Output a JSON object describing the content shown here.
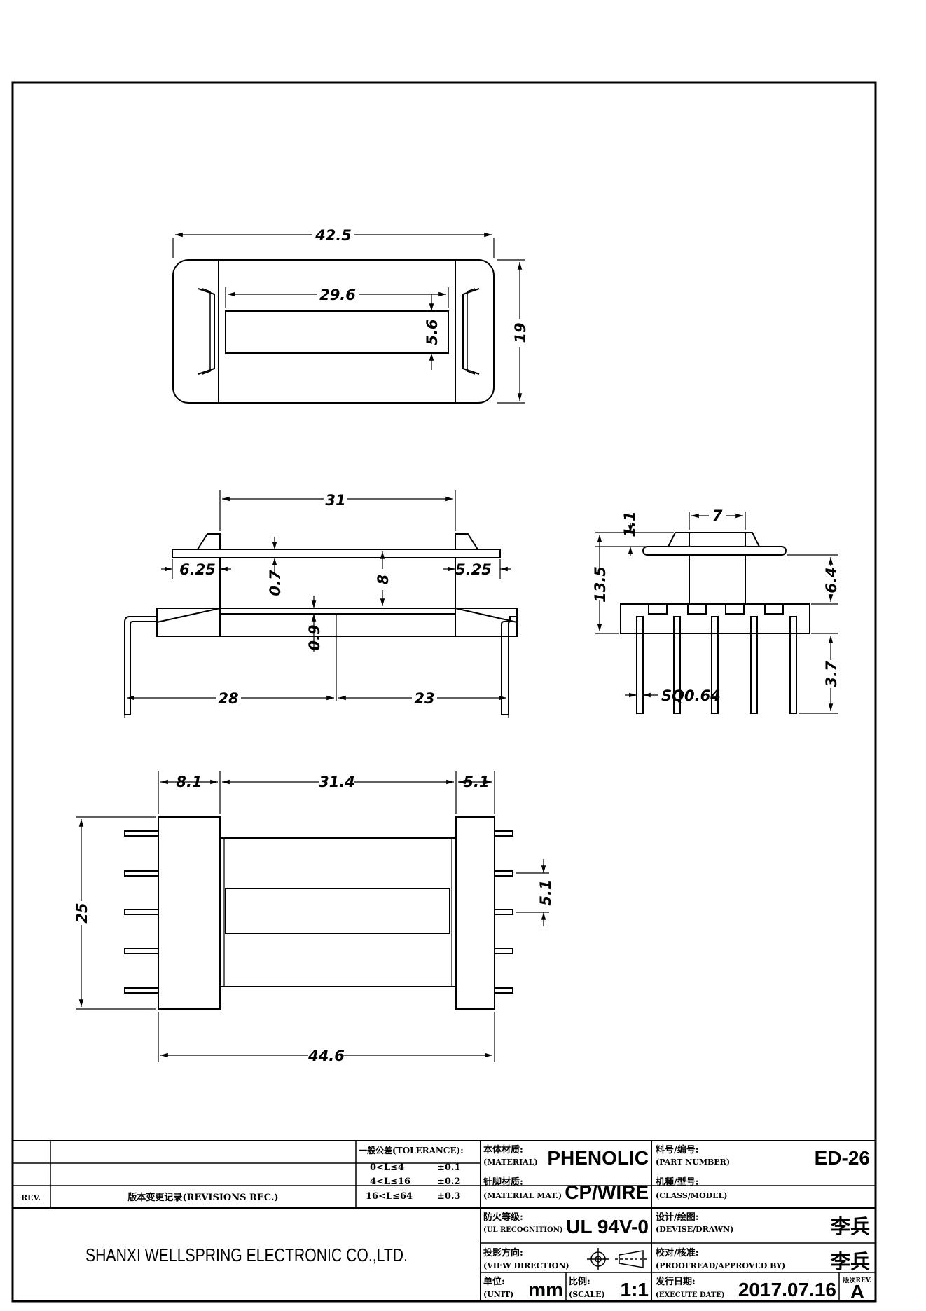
{
  "dimensions": {
    "top": {
      "width": "42.5",
      "slot_length": "29.6",
      "slot_width": "5.6",
      "height": "19"
    },
    "side": {
      "flange_span": "31",
      "left_offset": "6.25",
      "right_offset": "5.25",
      "flange_thk": "0.7",
      "height": "8",
      "base_thk": "0.9",
      "left_pin": "28",
      "right_pin": "23"
    },
    "end": {
      "tube": "7",
      "top_thk": "1.1",
      "total_height": "13.5",
      "upper_height": "6.4",
      "pin_length": "3.7",
      "pin_size": "SQ0.64"
    },
    "bottom": {
      "left_flange": "8.1",
      "middle": "31.4",
      "right_flange": "5.1",
      "height": "25",
      "pin_pitch": "5.1",
      "overall_length": "44.6"
    }
  },
  "title_block": {
    "rev_label": "REV.",
    "revisions_label": "版本变更记录(REVISIONS REC.)",
    "tolerance_label": "一般公差(TOLERANCE):",
    "tolerances": [
      {
        "range": "0<L≤4",
        "value": "±0.1"
      },
      {
        "range": "4<L≤16",
        "value": "±0.2"
      },
      {
        "range": "16<L≤64",
        "value": "±0.3"
      }
    ],
    "material_cn": "本体材质:",
    "material_en": "(MATERIAL)",
    "material": "PHENOLIC",
    "pin_mat_cn": "针脚材质:",
    "pin_mat_en": "(MATERIAL MAT.)",
    "pin_material": "CP/WIRE",
    "ul_cn": "防火等级:",
    "ul_en": "(UL RECOGNITION)",
    "ul_rating": "UL 94V-0",
    "view_cn": "投影方向:",
    "view_en": "(VIEW DIRECTION)",
    "unit_cn": "单位:",
    "unit_en": "(UNIT)",
    "unit": "mm",
    "scale_cn": "比例:",
    "scale_en": "(SCALE)",
    "scale": "1:1",
    "part_cn": "料号/编号:",
    "part_en": "(PART NUMBER)",
    "part_number": "ED-26",
    "class_cn": "机種/型号:",
    "class_en": "(CLASS/MODEL)",
    "drawn_cn": "设计/绘图:",
    "drawn_en": "(DEVISE/DRAWN)",
    "drawn_by": "李兵",
    "approved_cn": "校对/核准:",
    "approved_en": "(PROOFREAD/APPROVED BY)",
    "approved_by": "李兵",
    "date_cn": "发行日期:",
    "date_en": "(EXECUTE DATE)",
    "date": "2017.07.16",
    "rev_cn": "版次REV.",
    "revision": "A",
    "company": "SHANXI WELLSPRING ELECTRONIC CO.,LTD."
  },
  "colors": {
    "line": "#000000",
    "part_fill": "#ffffff",
    "slot_fill": "#ffffff"
  }
}
